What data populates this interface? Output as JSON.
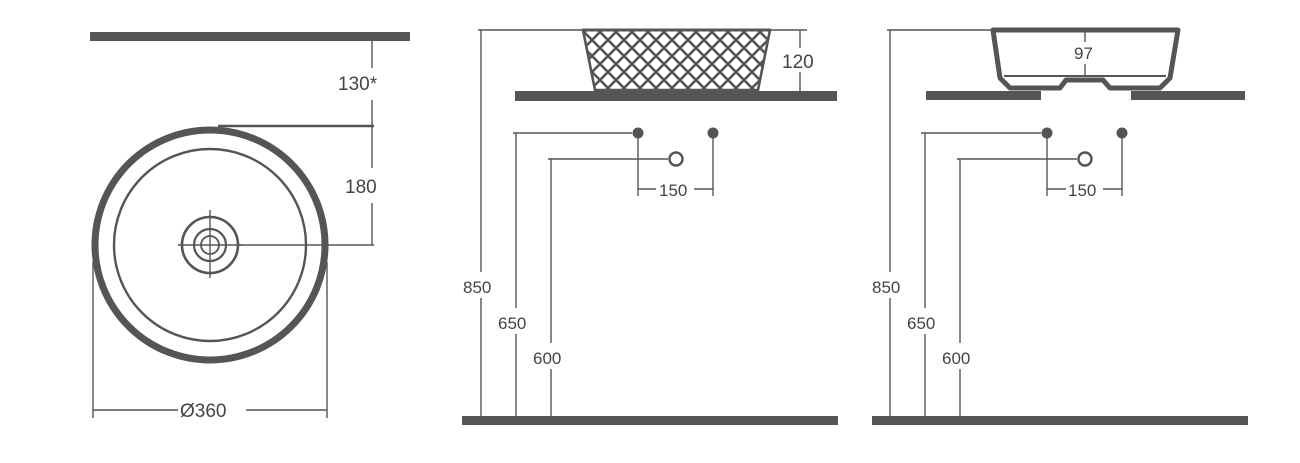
{
  "colors": {
    "ink": "#555555",
    "text": "#444444",
    "background": "#ffffff"
  },
  "plan_view": {
    "dim_height_above": "130*",
    "dim_center_offset": "180",
    "dim_diameter": "Ø360"
  },
  "front_view": {
    "dim_basin_height": "120",
    "dim_valve_spacing": "150",
    "dim_floor_to_top": "850",
    "dim_floor_to_valves": "650",
    "dim_floor_to_drain": "600"
  },
  "side_view": {
    "dim_basin_depth": "97",
    "dim_valve_spacing": "150",
    "dim_floor_to_top": "850",
    "dim_floor_to_valves": "650",
    "dim_floor_to_drain": "600"
  }
}
